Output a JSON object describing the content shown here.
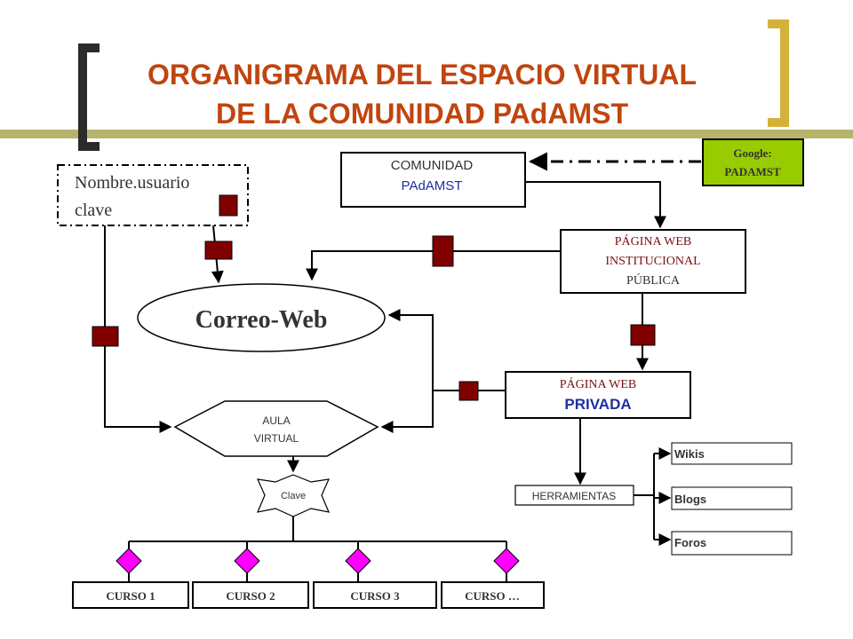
{
  "title": {
    "line1": "ORGANIGRAMA DEL ESPACIO VIRTUAL",
    "line2": "DE LA COMUNIDAD PAdAMST"
  },
  "colors": {
    "title": "#c0450f",
    "bracket_left": "#2b2b2b",
    "bracket_right": "#d4b23a",
    "accent_bar": "#b6b46b",
    "google_fill": "#99cc00",
    "connector_square": "#800000",
    "diamond": "#ff00ff",
    "dark_red_text": "#7a1010",
    "blue_text": "#1f2fa0"
  },
  "nodes": {
    "google": {
      "line1": "Google:",
      "line2": "PADAMST"
    },
    "comunidad": {
      "line1": "COMUNIDAD",
      "line2": "PAdAMST"
    },
    "login": {
      "line1": "Nombre.usuario",
      "line2": "clave"
    },
    "web_publica": {
      "line1": "PÁGINA WEB",
      "line2": "INSTITUCIONAL",
      "line3": "PÚBLICA"
    },
    "correo": {
      "label": "Correo-Web"
    },
    "web_privada": {
      "line1": "PÁGINA WEB",
      "line2": "PRIVADA"
    },
    "aula": {
      "line1": "AULA",
      "line2": "VIRTUAL"
    },
    "clave": {
      "label": "Clave"
    },
    "herramientas": {
      "label": "HERRAMIENTAS"
    },
    "tools": [
      "Wikis",
      "Blogs",
      "Foros"
    ],
    "cursos": [
      "CURSO 1",
      "CURSO 2",
      "CURSO 3",
      "CURSO …"
    ]
  }
}
